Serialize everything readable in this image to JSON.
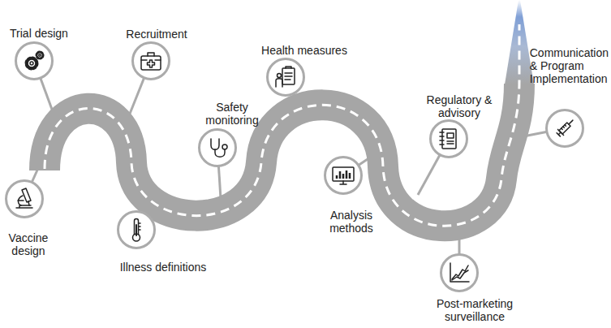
{
  "diagram": {
    "nodes": [
      {
        "text": [
          "Vaccine design"
        ]
      },
      {
        "text": [
          "Trial design"
        ]
      },
      {
        "text": [
          "Recruitment"
        ]
      },
      {
        "text": [
          "Illness definitions"
        ]
      },
      {
        "text": [
          "Safety monitoring"
        ]
      },
      {
        "text": [
          "Health measures"
        ]
      },
      {
        "text": [
          "Analysis methods"
        ]
      },
      {
        "text": [
          "Regulatory & advisory"
        ]
      },
      {
        "text": [
          "Post-marketing surveillance"
        ]
      },
      {
        "text": [
          "Communication & Program Implementation"
        ]
      }
    ]
  }
}
